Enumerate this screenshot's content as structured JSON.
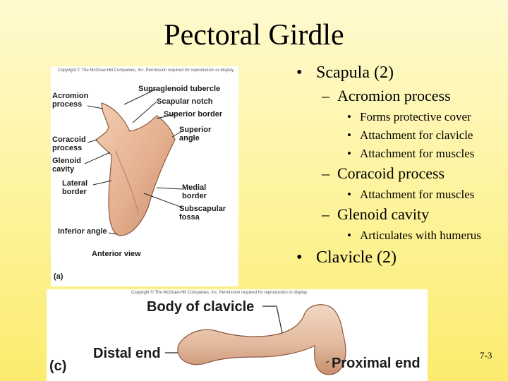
{
  "slide": {
    "title": "Pectoral Girdle",
    "page_number": "7-3"
  },
  "bullets": [
    {
      "text": "Scapula (2)",
      "children": [
        {
          "text": "Acromion process",
          "children": [
            "Forms protective cover",
            "Attachment for clavicle",
            "Attachment for muscles"
          ]
        },
        {
          "text": "Coracoid process",
          "children": [
            "Attachment for muscles"
          ]
        },
        {
          "text": "Glenoid cavity",
          "children": [
            "Articulates with humerus"
          ]
        }
      ]
    },
    {
      "text": "Clavicle (2)"
    }
  ],
  "figure_a": {
    "copyright": "Copyright © The McGraw-Hill Companies, Inc. Permission required for reproduction or display.",
    "labels": {
      "acromion": "Acromion\nprocess",
      "supraglenoid": "Supraglenoid tubercle",
      "scapular_notch": "Scapular notch",
      "superior_border": "Superior border",
      "superior_angle": "Superior\nangle",
      "coracoid": "Coracoid\nprocess",
      "glenoid": "Glenoid\ncavity",
      "lateral_border": "Lateral\nborder",
      "medial_border": "Medial\nborder",
      "subscapular": "Subscapular\nfossa",
      "inferior_angle": "Inferior angle",
      "view": "Anterior view",
      "panel": "(a)"
    }
  },
  "figure_c": {
    "copyright": "Copyright © The McGraw-Hill Companies, Inc. Permission required for reproduction or display.",
    "labels": {
      "body": "Body of clavicle",
      "distal": "Distal end",
      "proximal": "Proximal end",
      "panel": "(c)"
    }
  }
}
